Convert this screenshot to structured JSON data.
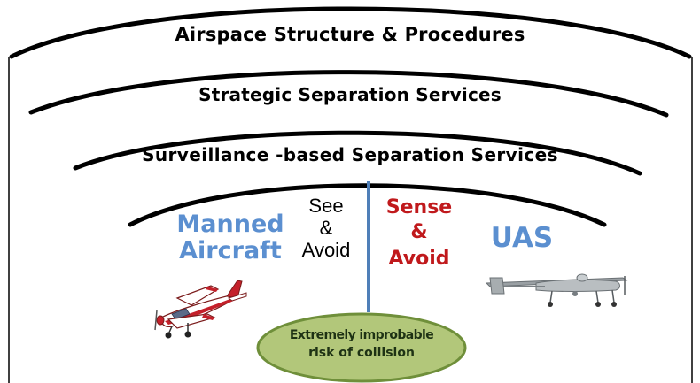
{
  "layers": {
    "outer": "Airspace Structure & Procedures",
    "middle": "Strategic Separation Services",
    "inner": "Surveillance -based Separation Services"
  },
  "manned": {
    "line1": "Manned",
    "line2": "Aircraft"
  },
  "see_and_avoid": {
    "line1": "See",
    "line2": "&",
    "line3": "Avoid"
  },
  "sense_and_avoid": {
    "line1": "Sense",
    "line2": "&",
    "line3": "Avoid"
  },
  "uas": {
    "label": "UAS"
  },
  "collision": {
    "line1": "Extremely improbable",
    "line2": "risk of collision"
  },
  "colors": {
    "manned_blue": "#5b8fd0",
    "sense_red": "#c0191c",
    "divider_blue": "#4f7fb8",
    "ellipse_fill": "#b2c77a",
    "ellipse_stroke": "#6f8f3a",
    "plane_red": "#c4202a"
  },
  "icons": {
    "manned_aircraft": "red-white-plane-icon",
    "uas": "gray-drone-icon"
  }
}
